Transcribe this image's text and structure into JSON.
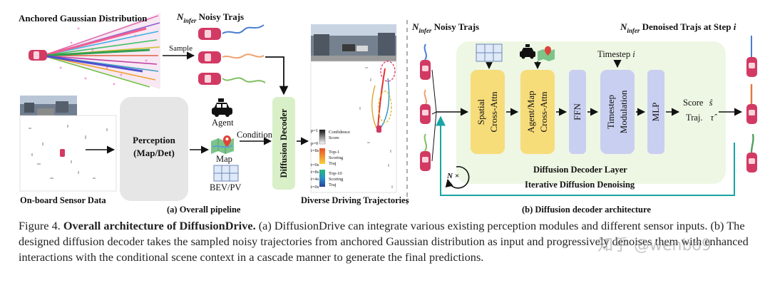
{
  "left_panel": {
    "anchored_title": "Anchored Gaussian Distribution",
    "noisy_title_main": "N",
    "noisy_title_sub": "infer",
    "noisy_title_rest": " Noisy Trajs",
    "sample_label": "Sample",
    "perception_line1": "Perception",
    "perception_line2": "(Map/Det)",
    "agent_label": "Agent",
    "condition_label": "Condition",
    "map_label": "Map",
    "bev_label": "BEV/PV",
    "decoder_label": "Diffusion Decoder",
    "sensor_label": "On-board Sensor Data",
    "pipeline_caption": "(a) Overall pipeline",
    "diverse_label": "Diverse Driving Trajectories",
    "legend": {
      "p1": "p=1",
      "p0": "p=0",
      "confidence": [
        "Confidence",
        "Score"
      ],
      "t8a": "t=8s",
      "t0a": "t=0s",
      "top1": [
        "Top-1",
        "Scoring",
        "Traj"
      ],
      "t8b": "t=8s",
      "t4b": "t=4s",
      "t0b": "t=0s",
      "top10": [
        "Top-10",
        "Scoring",
        "Traj"
      ]
    }
  },
  "right_panel": {
    "noisy_title_main": "N",
    "noisy_title_sub": "infer",
    "noisy_title_rest": " Noisy Trajs",
    "denoised_title_main": "N",
    "denoised_title_sub": "infer",
    "denoised_title_rest": " Denoised Trajs at Step ",
    "denoised_title_i": "i",
    "timestep_label": "Timestep ",
    "timestep_i": "i",
    "spatial_label": [
      "Spatial",
      "Cross-Attn"
    ],
    "agentmap_label": [
      "Agent/Map",
      "Cross-Attn"
    ],
    "ffn_label": "FFN",
    "timestep_mod_label": [
      "Timestep",
      "Modulation"
    ],
    "mlp_label": "MLP",
    "score_label": "Score",
    "score_sym": "ŝ",
    "traj_label": "Traj.",
    "traj_sym": "τ̂",
    "layer_label": "Diffusion Decoder Layer",
    "iterative_label": "Iterative Diffusion Denoising",
    "loop_label": "N ×",
    "arch_caption": "(b) Diffusion decoder architecture"
  },
  "caption": {
    "prefix": "Figure 4. ",
    "bold": "Overall architecture of DiffusionDrive.",
    "rest": " (a) DiffusionDrive can integrate various existing perception modules and different sensor inputs. (b) The designed diffusion decoder takes the sampled noisy trajectories from anchored Gaussian distribution as input and progressively denoises them with enhanced interactions with the conditional scene context in a cascade manner to generate the final predictions."
  },
  "watermark": "知乎 @wenbo9",
  "colors": {
    "green_panel": "#eef7e4",
    "decoder_green": "#d9efc8",
    "yellow_block": "#f7dc7a",
    "blue_block": "#c9cff0",
    "grey_block": "#e6e6e6",
    "teal_loop": "#1aa3a3",
    "car_pink": "#d23a63"
  }
}
